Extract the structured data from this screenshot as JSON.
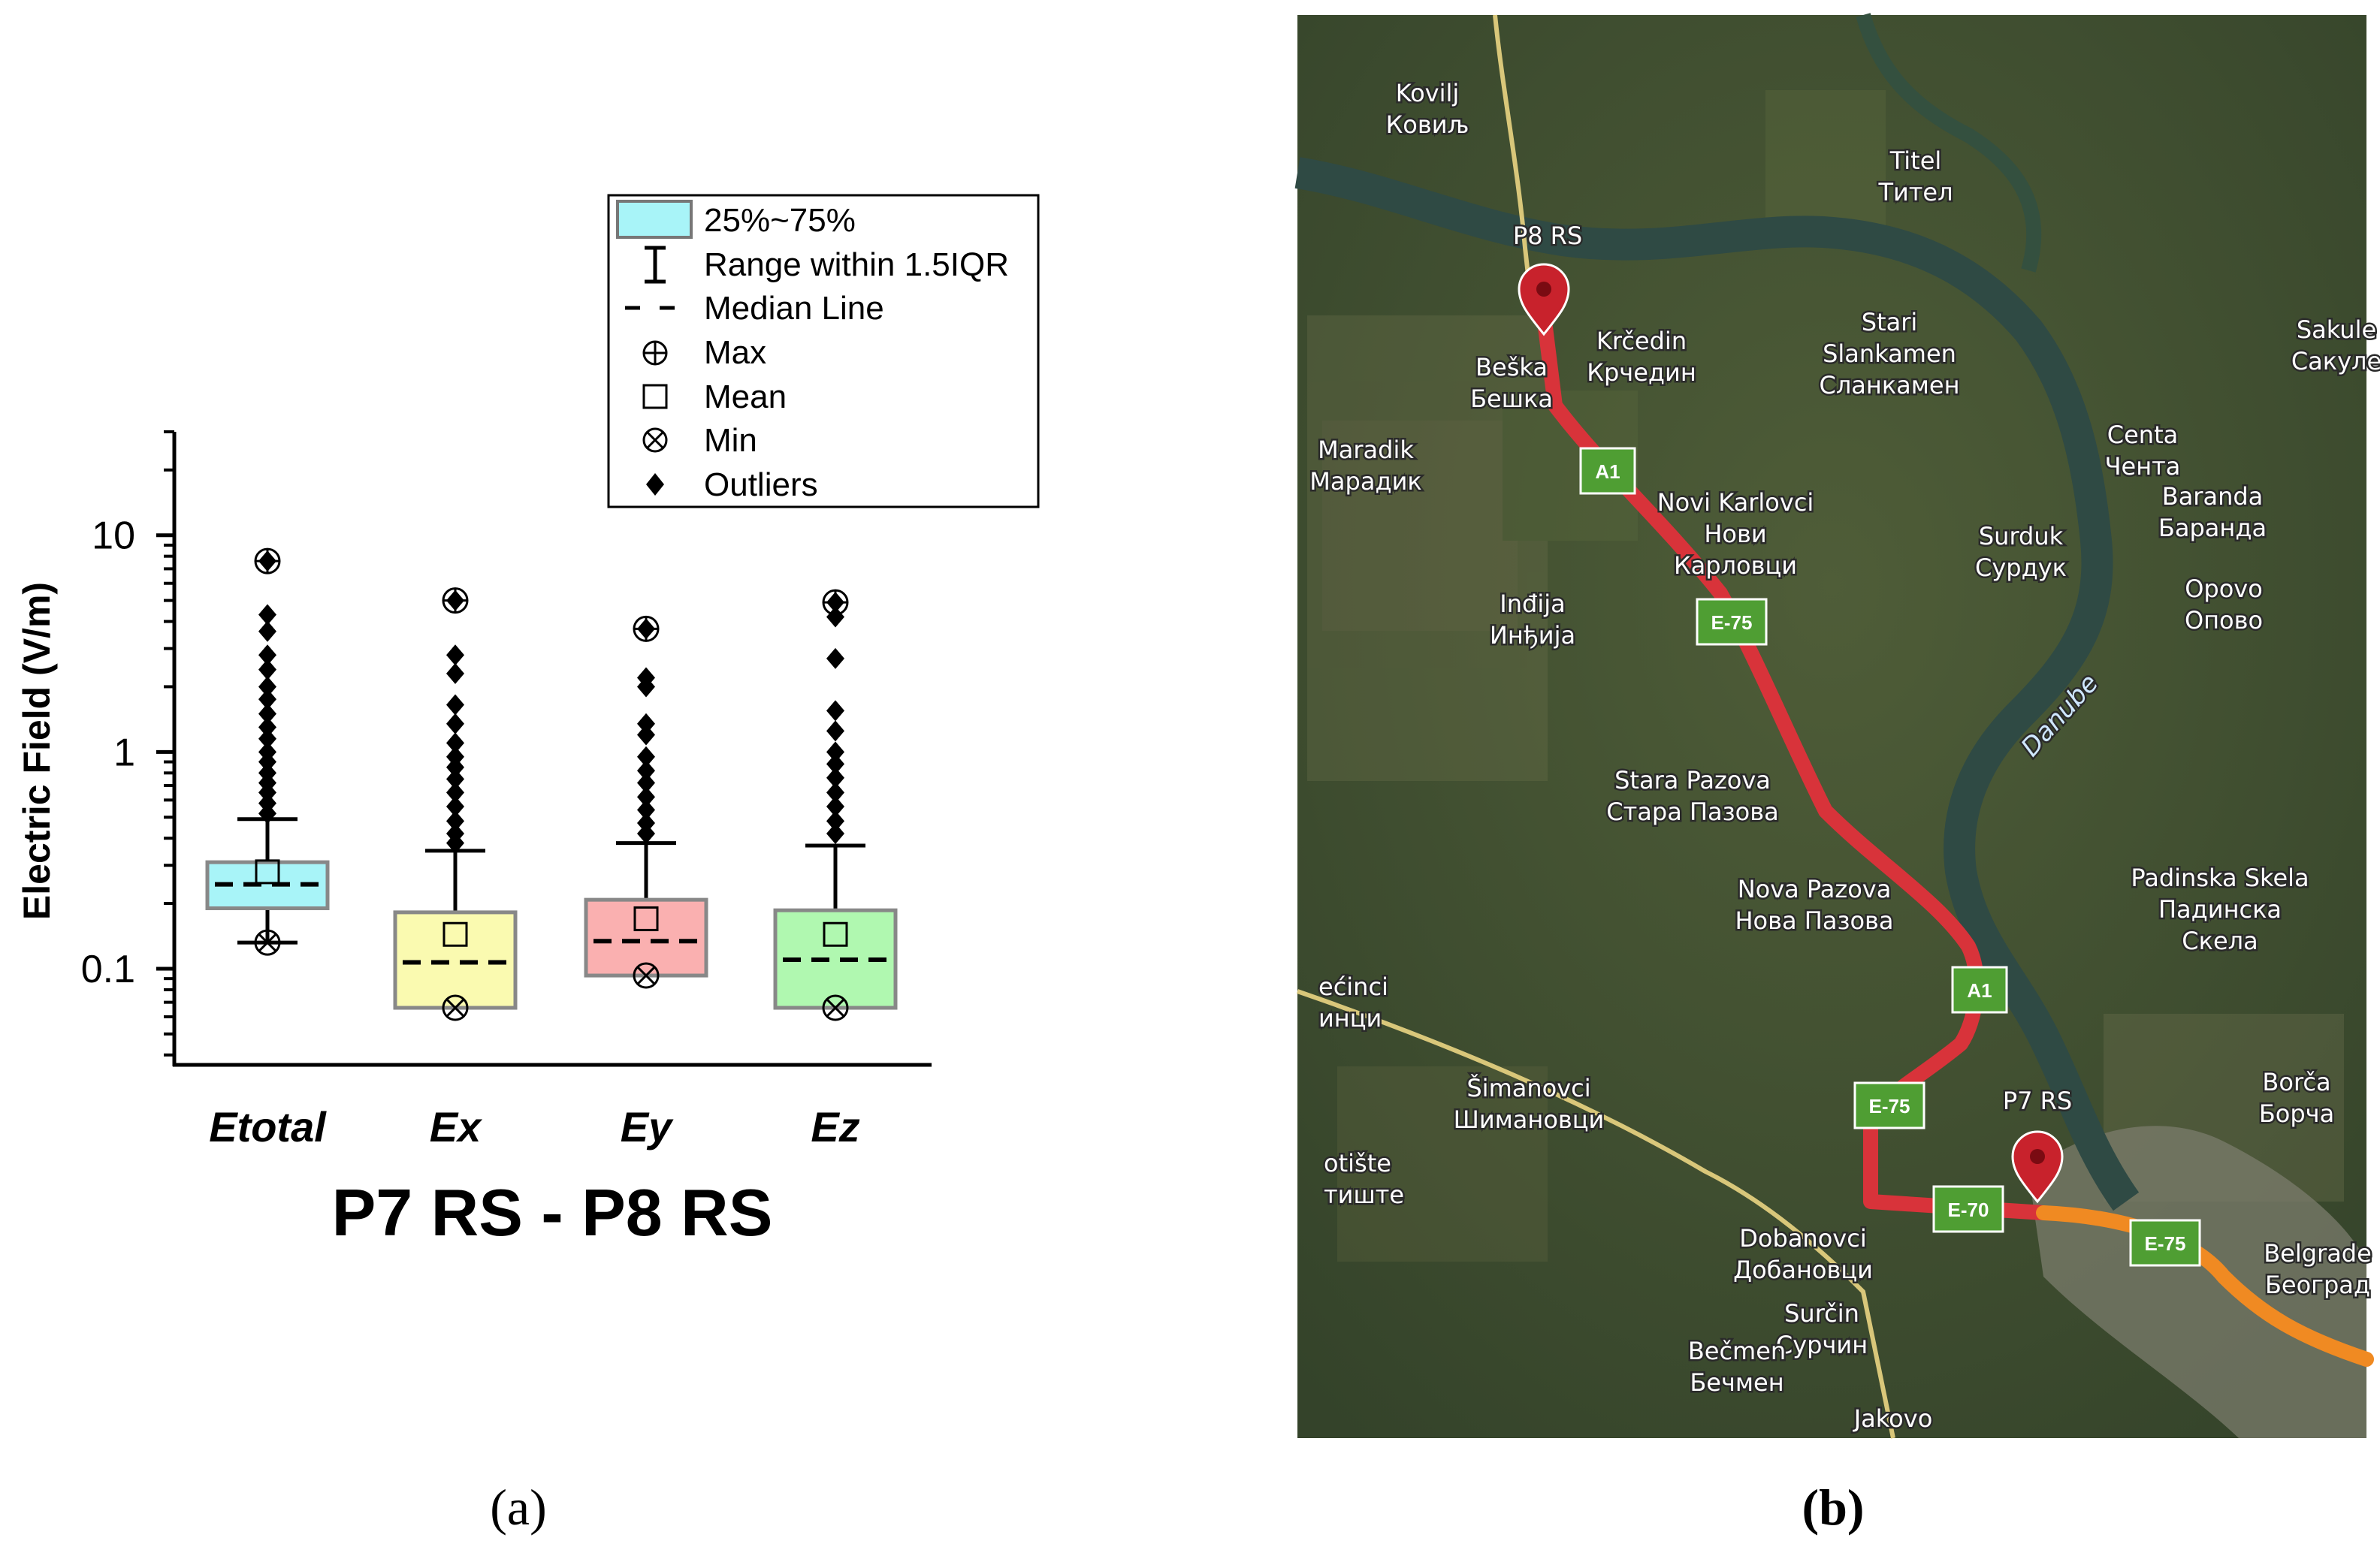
{
  "chart_data": {
    "type": "box",
    "ylabel": "Electric Field (V/m)",
    "subtitle": "P7 RS - P8 RS",
    "y_scale": "log",
    "ylim": [
      0.036,
      30
    ],
    "y_ticks": [
      {
        "v": 10,
        "label": "10"
      },
      {
        "v": 1,
        "label": "1"
      },
      {
        "v": 0.1,
        "label": "0.1"
      }
    ],
    "legend": {
      "placement": "top-right",
      "items": [
        {
          "name": "box",
          "label": "25%~75%"
        },
        {
          "name": "whisker",
          "label": "Range within 1.5IQR"
        },
        {
          "name": "median",
          "label": "Median Line"
        },
        {
          "name": "max",
          "label": "Max"
        },
        {
          "name": "mean",
          "label": "Mean"
        },
        {
          "name": "min",
          "label": "Min"
        },
        {
          "name": "outliers",
          "label": "Outliers"
        }
      ]
    },
    "boxes": [
      {
        "category": "Etotal",
        "color": "#a8f4f8",
        "q1": 0.19,
        "median": 0.245,
        "q3": 0.31,
        "mean": 0.28,
        "whisker_low": 0.132,
        "whisker_high": 0.49,
        "min": 0.132,
        "max": 7.6,
        "outliers": [
          7.6,
          4.3,
          3.6,
          2.8,
          2.4,
          2.0,
          1.75,
          1.5,
          1.3,
          1.15,
          1.0,
          0.9,
          0.8,
          0.72,
          0.65,
          0.58,
          0.52
        ]
      },
      {
        "category": "Ex",
        "color": "#fafab0",
        "q1": 0.066,
        "median": 0.107,
        "q3": 0.182,
        "mean": 0.144,
        "whisker_low": 0.066,
        "whisker_high": 0.35,
        "min": 0.066,
        "max": 5.0,
        "outliers": [
          5.0,
          2.8,
          2.3,
          1.65,
          1.35,
          1.1,
          0.95,
          0.85,
          0.75,
          0.65,
          0.56,
          0.48,
          0.42,
          0.38
        ]
      },
      {
        "category": "Ey",
        "color": "#fab0b0",
        "q1": 0.093,
        "median": 0.134,
        "q3": 0.208,
        "mean": 0.17,
        "whisker_low": 0.093,
        "whisker_high": 0.38,
        "min": 0.093,
        "max": 3.7,
        "outliers": [
          3.7,
          2.2,
          2.0,
          1.35,
          1.2,
          0.95,
          0.82,
          0.72,
          0.62,
          0.54,
          0.47,
          0.42
        ]
      },
      {
        "category": "Ez",
        "color": "#b0f8b0",
        "q1": 0.066,
        "median": 0.11,
        "q3": 0.186,
        "mean": 0.144,
        "whisker_low": 0.066,
        "whisker_high": 0.37,
        "min": 0.066,
        "max": 4.9,
        "outliers": [
          4.9,
          4.2,
          2.7,
          1.55,
          1.25,
          1.0,
          0.88,
          0.76,
          0.65,
          0.56,
          0.48,
          0.42
        ]
      }
    ]
  },
  "panel_a_label": "(a)",
  "panel_b_label": "(b)",
  "map": {
    "colors": {
      "route_red": "#d8333a",
      "route_orange": "#f08a22",
      "sign_green": "#4f9e33",
      "pin": "#c8222c"
    },
    "pins": [
      {
        "label": "P8 RS"
      },
      {
        "label": "P7 RS"
      }
    ],
    "places": [
      {
        "lat": "Kovilj",
        "cyr": "Ковиљ"
      },
      {
        "lat": "Titel",
        "cyr": "Тител"
      },
      {
        "lat": "Krčedin",
        "cyr": "Крчедин"
      },
      {
        "lat": "Stari",
        "cyr": "Сланкамен",
        "mid": "Slankamen"
      },
      {
        "lat": "Sakule",
        "cyr": "Сакуле"
      },
      {
        "lat": "Beška",
        "cyr": "Бешка"
      },
      {
        "lat": "Maradik",
        "cyr": "Марадик"
      },
      {
        "lat": "Novi Karlovci",
        "mid": "Нови",
        "cyr": "Карловци"
      },
      {
        "lat": "Centa",
        "cyr": "Чента"
      },
      {
        "lat": "Baranda",
        "cyr": "Баранда"
      },
      {
        "lat": "Surduk",
        "cyr": "Сурдук"
      },
      {
        "lat": "Opovo",
        "cyr": "Опово"
      },
      {
        "lat": "Inđija",
        "cyr": "Инђија"
      },
      {
        "lat": "Stara Pazova",
        "cyr": "Стара Пазова"
      },
      {
        "lat": "Nova Pazova",
        "cyr": "Нова Пазова"
      },
      {
        "lat": "Padinska Skela",
        "mid": "Падинска",
        "cyr": "Скела"
      },
      {
        "lat": "ećinci",
        "cyr": "инци"
      },
      {
        "lat": "Šimanovci",
        "cyr": "Шимановци"
      },
      {
        "lat": "Borča",
        "cyr": "Борча"
      },
      {
        "lat": "otište",
        "cyr": "тиште"
      },
      {
        "lat": "Dobanovci",
        "cyr": "Добановци"
      },
      {
        "lat": "Belgrade",
        "cyr": "Београд"
      },
      {
        "lat": "Surčin",
        "cyr": "Сурчин"
      },
      {
        "lat": "Bečmen",
        "cyr": "Бечмен"
      },
      {
        "lat": "Jakovo",
        "cyr": ""
      }
    ],
    "river": "Danube",
    "signs": [
      "A1",
      "E-75",
      "A1",
      "E-75",
      "E-70",
      "E-75"
    ]
  }
}
